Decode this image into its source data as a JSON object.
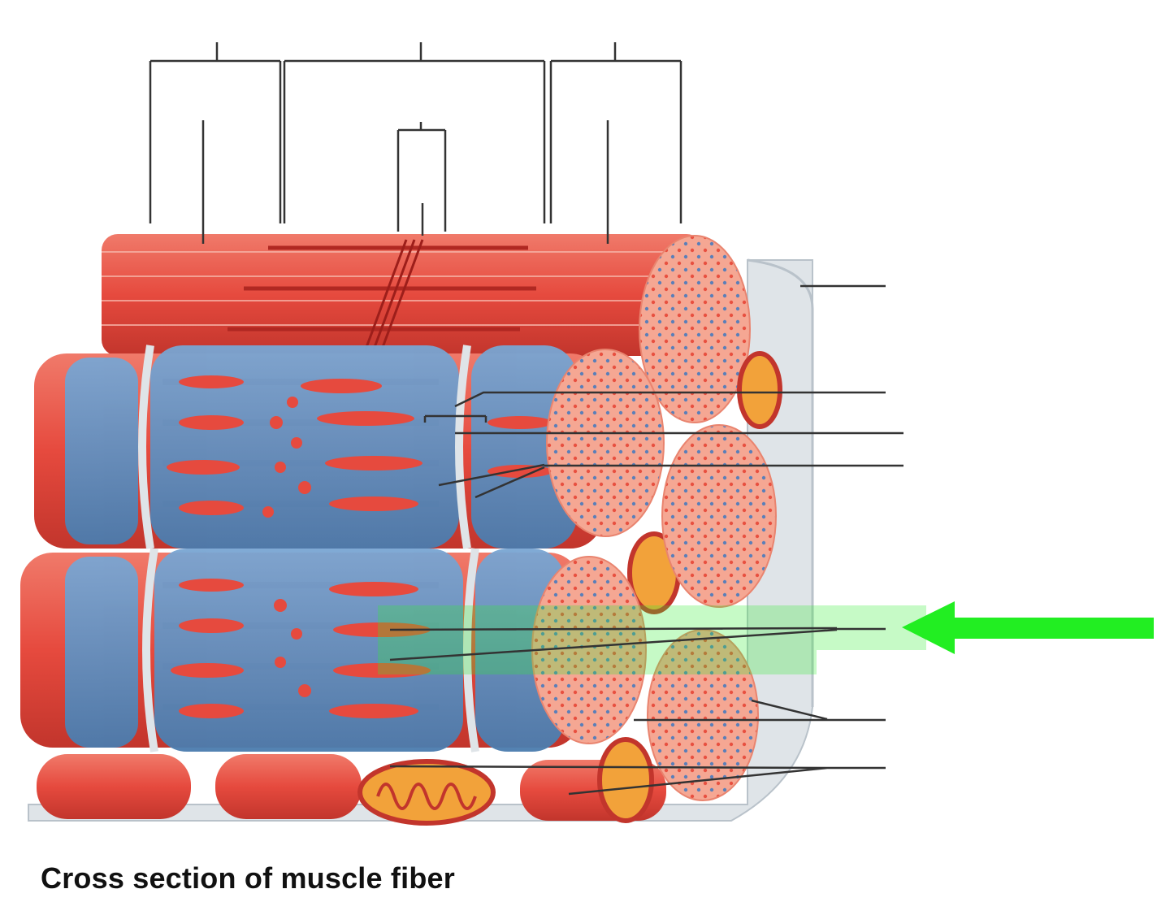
{
  "caption": "Cross section of muscle fiber",
  "colors": {
    "muscle_red": "#e64a3e",
    "muscle_dark": "#c8342b",
    "muscle_light": "#f28a7a",
    "myofibril_pink": "#f5a793",
    "reticulum_blue": "#5b8dbf",
    "reticulum_dark": "#3f6f9f",
    "membrane_gray": "#dfe4e8",
    "mitochondria_orange": "#f2a23a",
    "highlight_green": "#33ee33",
    "leader_line": "#333333"
  },
  "leader_lines": [
    {
      "id": "top-left-bracket"
    },
    {
      "id": "top-center-bracket"
    },
    {
      "id": "top-right-bracket"
    },
    {
      "id": "inner-center-bracket"
    },
    {
      "id": "right-sarcolemma"
    },
    {
      "id": "right-triad-1"
    },
    {
      "id": "right-triad-2"
    },
    {
      "id": "right-triad-3"
    },
    {
      "id": "right-highlighted"
    },
    {
      "id": "right-myofibrils"
    },
    {
      "id": "right-mitochondria"
    }
  ],
  "icons": [
    "green-arrow-icon"
  ]
}
